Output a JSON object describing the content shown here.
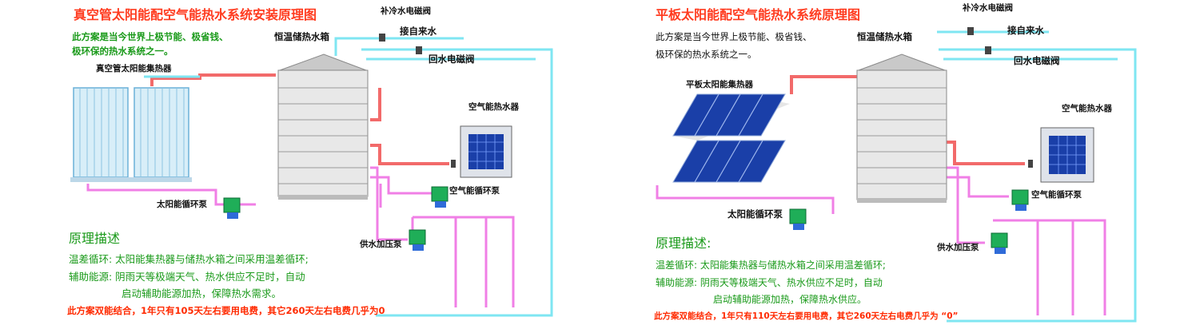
{
  "left": {
    "title": "真空管太阳能配空气能热水系统安装原理图",
    "intro1": "此方案是当今世界上极节能、极省钱、",
    "intro2": "极环保的热水系统之一。",
    "tank": "恒温储热水箱",
    "valve_cold": "补冷水电磁阀",
    "tap_water": "接自来水",
    "return_valve": "回水电磁阀",
    "collector": "真空管太阳能集热器",
    "heat_pump": "空气能热水器",
    "pump_air": "空气能循环泵",
    "pump_solar": "太阳能循环泵",
    "pump_supply": "供水加压泵",
    "principle_head": "原理描述",
    "line1": "温差循环: 太阳能集热器与储热水箱之间采用温差循环;",
    "line2": "辅助能源: 阴雨天等极端天气、热水供应不足时，自动",
    "line3": "启动辅助能源加热，保障热水需求。",
    "footer": "此方案双能结合，1年只有105天左右要用电费，其它260天左右电费几乎为0"
  },
  "right": {
    "title": "平板太阳能配空气能热水系统原理图",
    "intro1": "此方案是当今世界上极节能、极省钱、",
    "intro2": "极环保的热水系统之一。",
    "tank": "恒温储热水箱",
    "valve_cold": "补冷水电磁阀",
    "tap_water": "接自来水",
    "return_valve": "回水电磁阀",
    "collector": "平板太阳能集热器",
    "heat_pump": "空气能热水器",
    "pump_air": "空气能循环泵",
    "pump_solar": "太阳能循环泵",
    "pump_supply": "供水加压泵",
    "principle_head": "原理描述:",
    "line1": "温差循环: 太阳能集热器与储热水箱之间采用温差循环;",
    "line2": "辅助能源: 阴雨天等极端天气、热水供应不足时，自动",
    "line3": "启动辅助能源加热，保障热水供应。",
    "footer": "此方案双能结合，1年只有110天左右要用电费，其它260天左右电费几乎为 “0”"
  },
  "colors": {
    "title": "#ff3b1f",
    "green_text": "#1a9a1a",
    "hot_pipe": "#f26a6a",
    "cold_pipe": "#7fe6f2",
    "supply_pipe": "#f07fe6",
    "pump_green": "#1fae58",
    "panel_blue": "#1a3fa8"
  }
}
